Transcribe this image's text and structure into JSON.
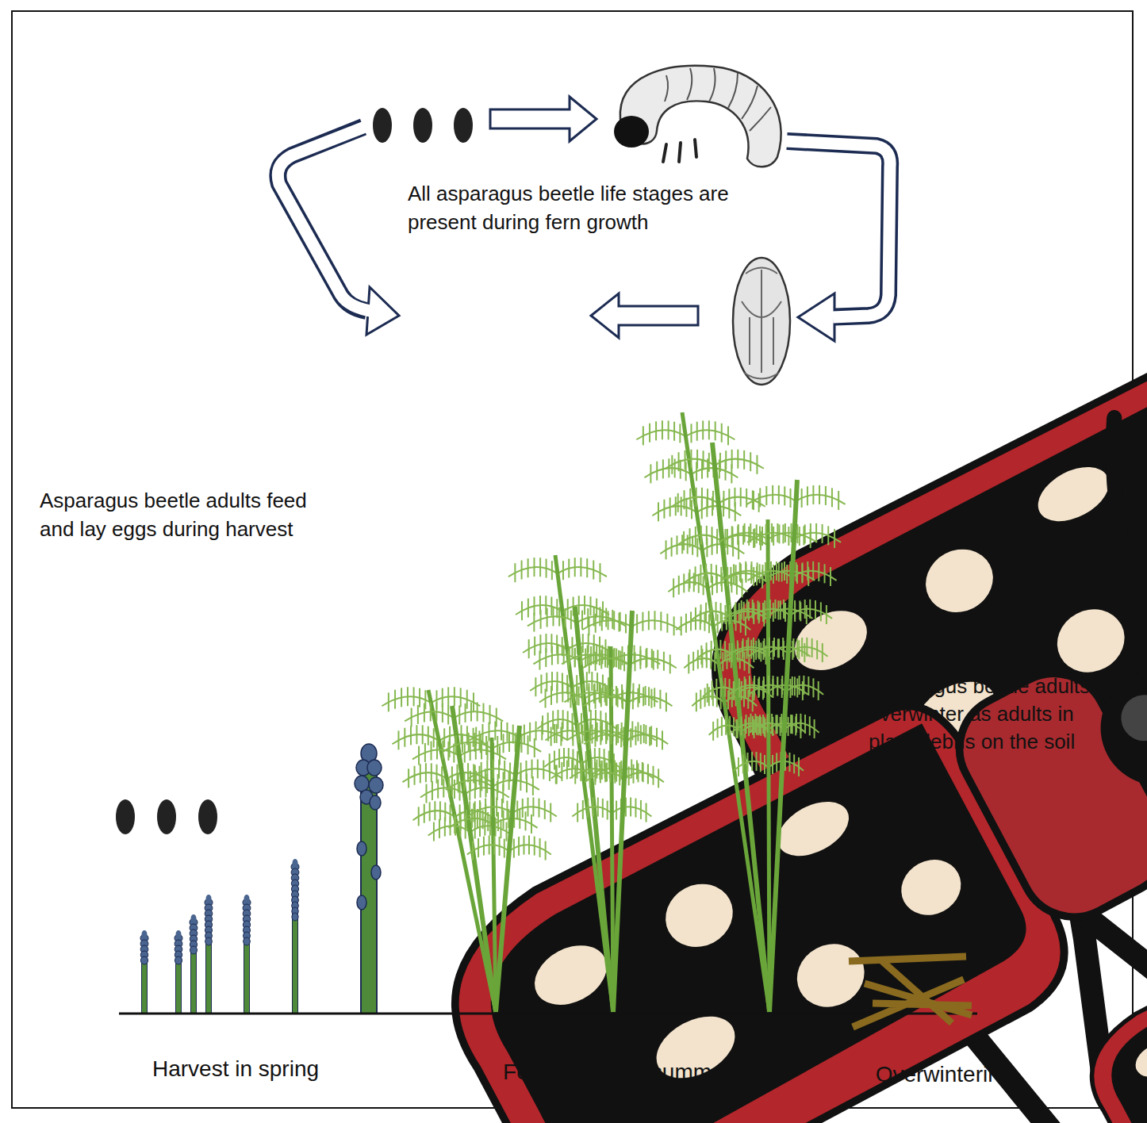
{
  "diagram": {
    "labels": [
      "All asparagus beetle life stages are present during fern growth",
      "Asparagus beetle adults feed and lay eggs during harvest",
      "Asparagus beetle adults overwinter as adults in plant debris on the soil surface",
      "Harvest in spring",
      "Fern growth in summer",
      "Overwintering"
    ]
  }
}
